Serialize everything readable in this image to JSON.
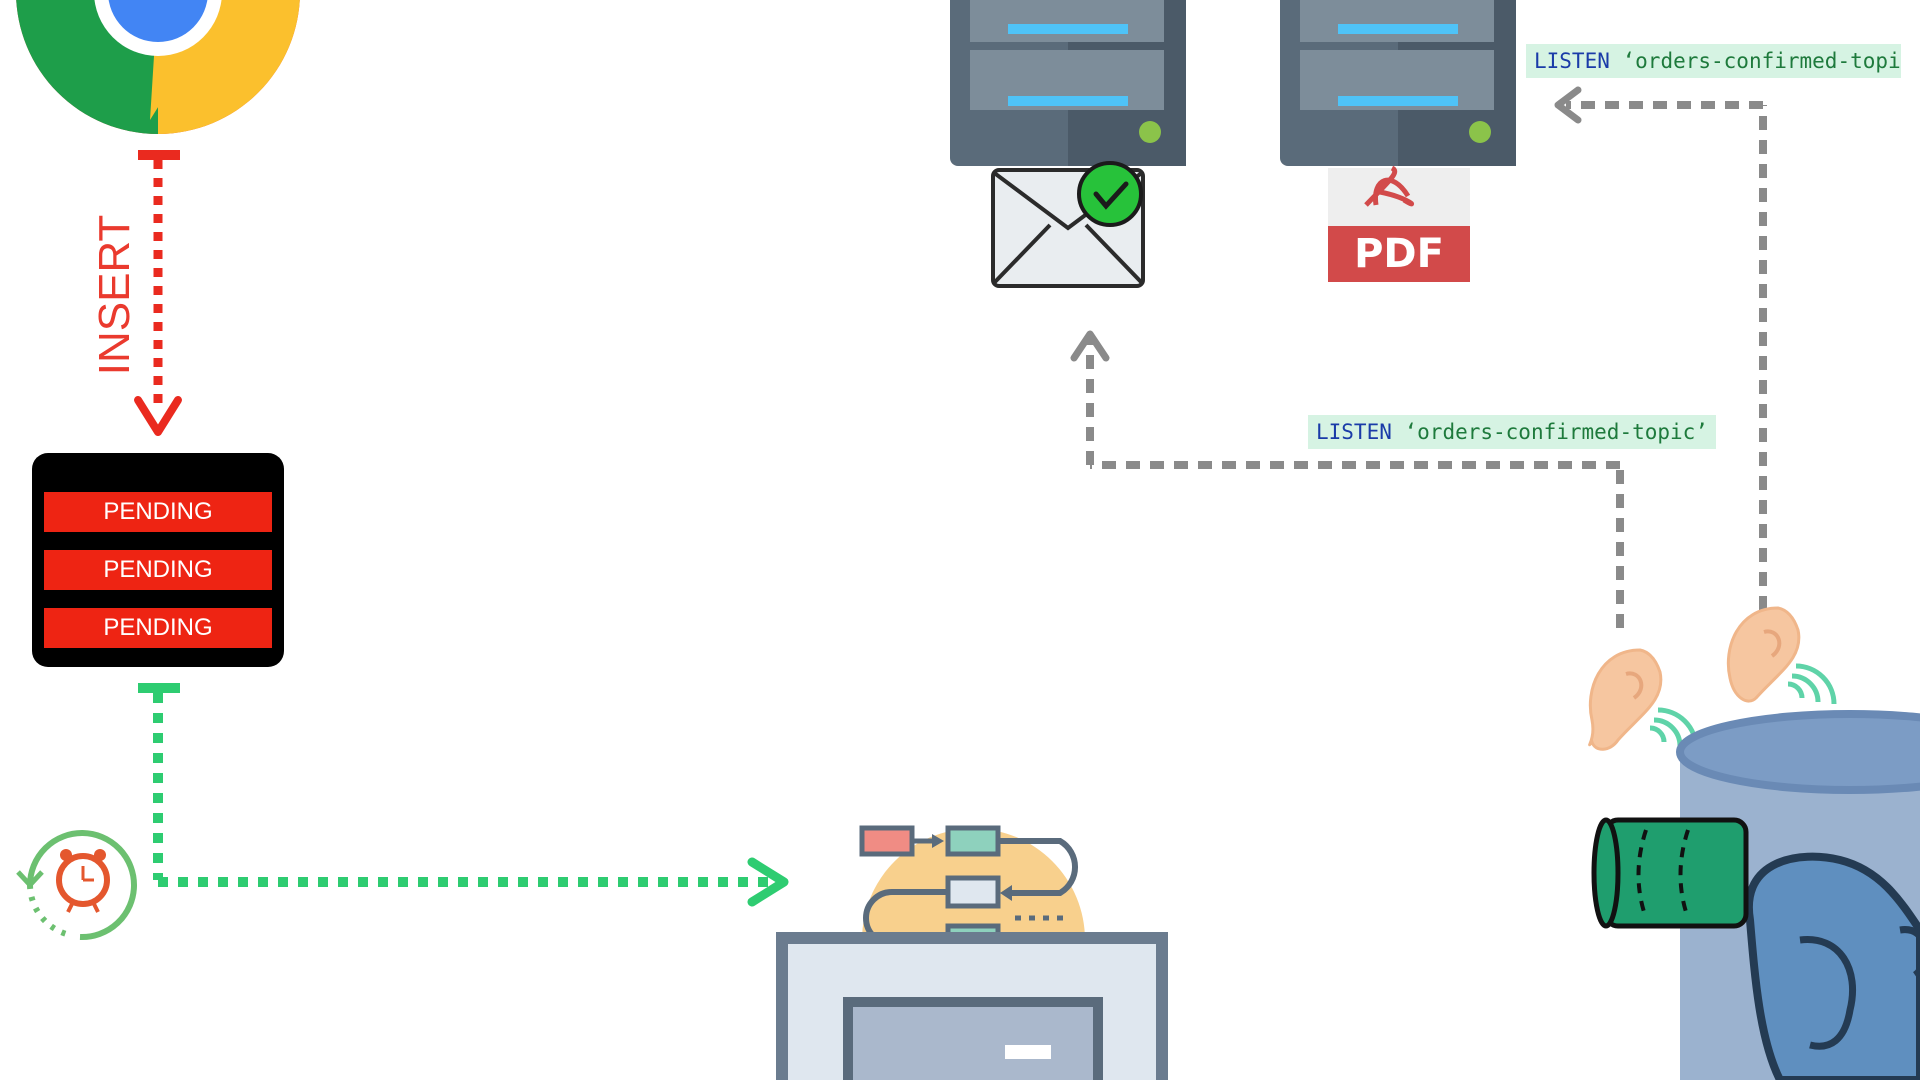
{
  "arrows": {
    "insert_label": "INSERT",
    "insert_color": "#ea2a1f",
    "timer_color": "#2ecc71",
    "listen_color": "#8a8a8a"
  },
  "orders_table": {
    "rows": [
      "PENDING",
      "PENDING",
      "PENDING"
    ],
    "row_color": "#ee2413"
  },
  "listen_tags": [
    {
      "keyword": "LISTEN",
      "topic": "‘orders-confirmed-topic’"
    },
    {
      "keyword": "LISTEN",
      "topic": "‘orders-confirmed-topi"
    }
  ],
  "pdf_badge": {
    "label": "PDF"
  },
  "icons": {
    "browser": "chrome-icon",
    "email_server": "server-icon",
    "pdf_server": "server-icon",
    "email": "email-confirmed-icon",
    "pdf": "pdf-file-icon",
    "timer": "alarm-clock-icon",
    "workflow": "workflow-icon",
    "database": "postgresql-database-icon",
    "ear": "ear-listening-icon"
  }
}
